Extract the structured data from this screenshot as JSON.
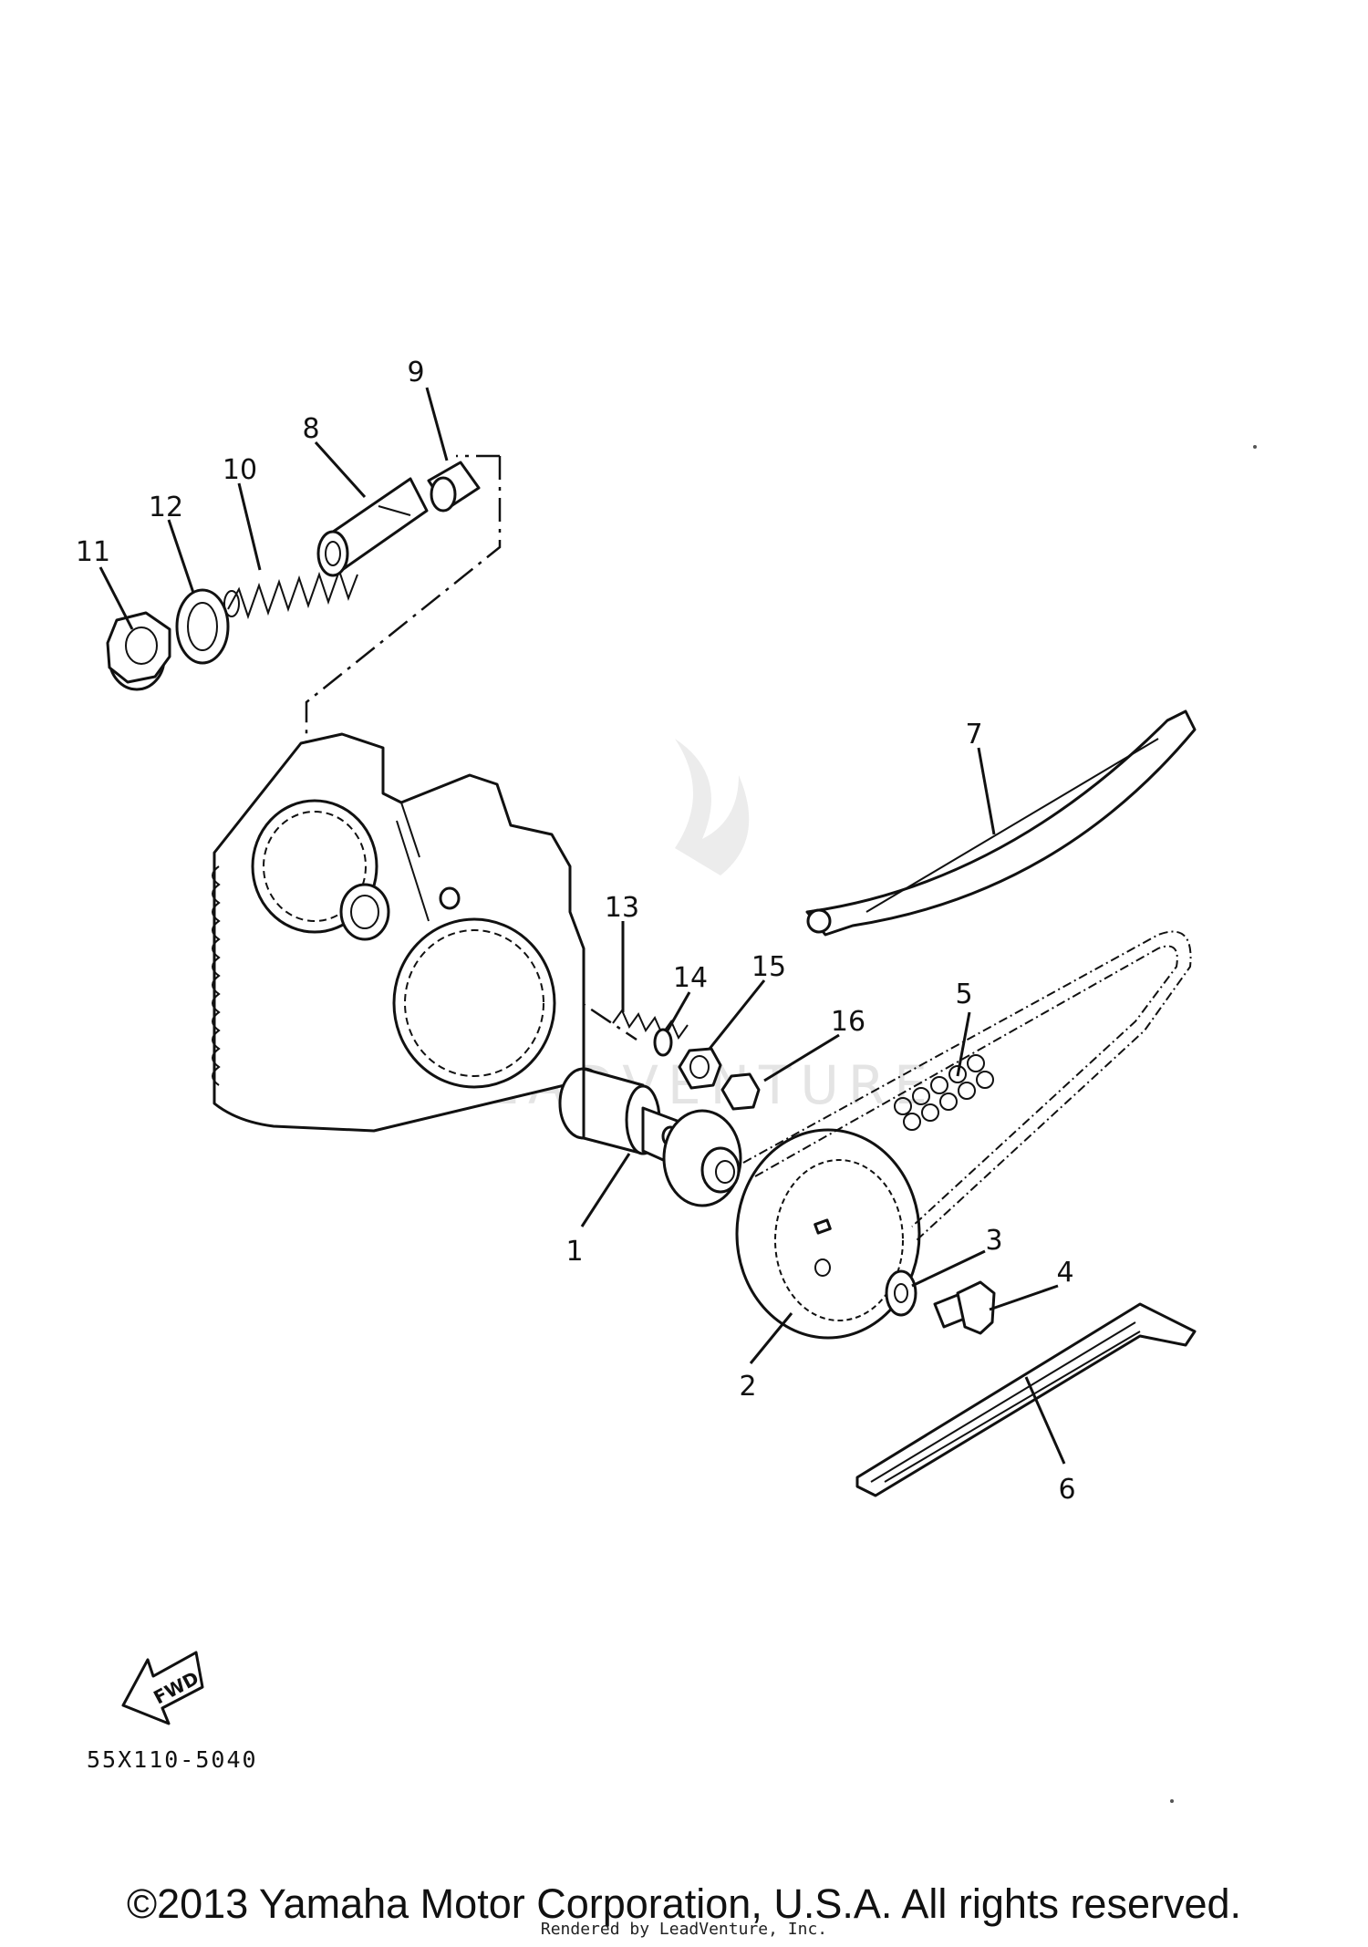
{
  "diagram": {
    "part_callouts": [
      "1",
      "2",
      "3",
      "4",
      "5",
      "6",
      "7",
      "8",
      "9",
      "10",
      "11",
      "12",
      "13",
      "14",
      "15",
      "16"
    ],
    "fwd_arrow_label": "FWD",
    "drawing_code": "55X110-5040",
    "watermark": "LEADVENTURE"
  },
  "footer": {
    "copyright": "©2013 Yamaha Motor Corporation, U.S.A. All rights reserved.",
    "rendered_by": "Rendered by LeadVenture, Inc."
  }
}
